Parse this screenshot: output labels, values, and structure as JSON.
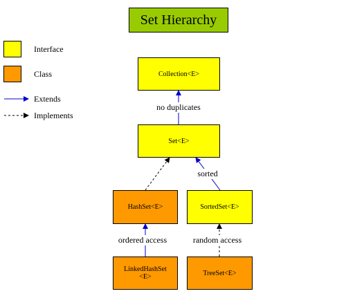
{
  "title": "Set Hierarchy",
  "legend": {
    "interface": "Interface",
    "class": "Class",
    "extends": "Extends",
    "implements": "Implements"
  },
  "nodes": {
    "collection": "Collection<E>",
    "set": "Set<E>",
    "hashset": "HashSet<E>",
    "sortedset": "SortedSet<E>",
    "linkedhashset_line1": "LinkedHashSet",
    "linkedhashset_line2": "<E>",
    "treeset": "TreeSet<E>"
  },
  "edge_labels": {
    "no_duplicates": "no duplicates",
    "sorted": "sorted",
    "ordered_access": "ordered access",
    "random_access": "random access"
  },
  "colors": {
    "interface": "#ffff00",
    "class": "#ff9900",
    "title_bg": "#99cc00",
    "extends": "#0000cc",
    "implements": "#000000"
  }
}
